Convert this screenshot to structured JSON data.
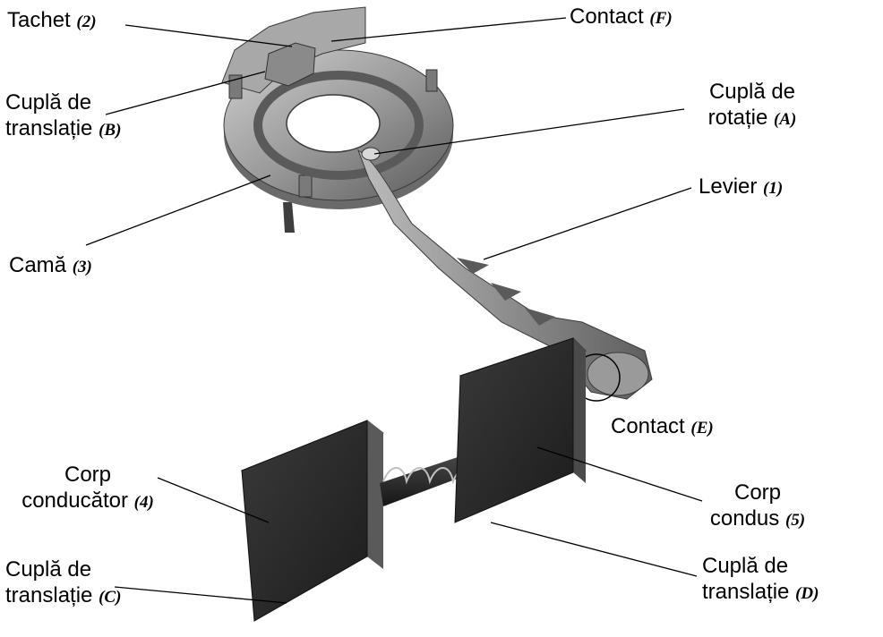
{
  "labels": {
    "tachet": {
      "text": "Tachet",
      "tag": "(2)"
    },
    "contact_f": {
      "text": "Contact",
      "tag": "(F)"
    },
    "cupla_b": {
      "line1": "Cuplă de",
      "line2": "translație",
      "tag": "(B)"
    },
    "cupla_a": {
      "line1": "Cuplă de",
      "line2": "rotație",
      "tag": "(A)"
    },
    "levier": {
      "text": "Levier",
      "tag": "(1)"
    },
    "cama": {
      "text": "Camă",
      "tag": "(3)"
    },
    "contact_e": {
      "text": "Contact",
      "tag": "(E)"
    },
    "corp_conducator": {
      "line1": "Corp",
      "line2": "conducător",
      "tag": "(4)"
    },
    "corp_condus": {
      "line1": "Corp",
      "line2": "condus",
      "tag": "(5)"
    },
    "cupla_c": {
      "line1": "Cuplă de",
      "line2": "translație",
      "tag": "(C)"
    },
    "cupla_d": {
      "line1": "Cuplă de",
      "line2": "translație",
      "tag": "(D)"
    }
  },
  "colors": {
    "background": "#ffffff",
    "leader_line": "#000000",
    "block_dark": "#2a2a2a",
    "block_light": "#b4b4b4",
    "cam_body": "#9a9a9a",
    "lever_body": "#8e8e8e"
  }
}
